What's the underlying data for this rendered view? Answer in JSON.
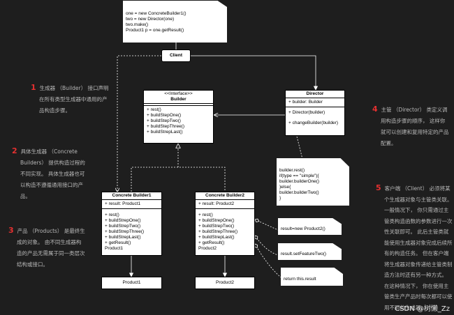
{
  "code_note": [
    "one = new ConcreteBuilder1()",
    "two = new Director(one)",
    "two.make()",
    "Product1 p = one.getResult()"
  ],
  "client_label": "Client",
  "builder": {
    "stereotype": "<<Interface>>",
    "name": "Builder",
    "methods": [
      "+ rest()",
      "+ buildStepOne()",
      "+ buildStepTwo()",
      "+ buildStepThree()",
      "+ buildStrepLast()"
    ]
  },
  "director": {
    "name": "Director",
    "fields": [
      "+ builder: Builder"
    ],
    "methods": [
      "+ Director(builder)",
      "+ changeBuilder(builder)"
    ]
  },
  "cb1": {
    "name": "Concrete Builder1",
    "fields": [
      "+ result: Product1"
    ],
    "methods": [
      "+ rest()",
      "+ buildStrepOne()",
      "+ buildStrepTwo()",
      "+ buildStrepThree()",
      "+ buildStrepLast()",
      "+ getResult()",
      "  Product1"
    ]
  },
  "cb2": {
    "name": "Concrete Builder2",
    "fields": [
      "+ result: Product2"
    ],
    "methods": [
      "+ rest()",
      "+ buildStrepOne()",
      "+ buildStrepTwo()",
      "+ buildStrepThree()",
      "+ buildStrepLast()",
      "+ getResult()",
      "  Product2"
    ]
  },
  "product1": "Product1",
  "product2": "Product2",
  "director_note": [
    "builder.rest()",
    "if(type == \"simple\"){",
    " builder.builderOne()",
    "}else{",
    " builder.builderTwo()",
    "}"
  ],
  "note_result_new": "result=new Product2()",
  "note_set_feature": "result.setFeatureTwo()",
  "note_return": "return this.result",
  "annotations": {
    "a1": {
      "num": "1",
      "lines": [
        "生成器 （Builder） 接口声明",
        "在所有类型生成器中通用的产",
        "品构造步骤。"
      ]
    },
    "a2": {
      "num": "2",
      "lines": [
        "具体生成器 （Concrete",
        "Builders） 提供构造过程的",
        "不同实现。 具体生成器也可",
        "以构造不遵循通用接口的产",
        "品。"
      ]
    },
    "a3": {
      "num": "3",
      "lines": [
        "产品 （Products） 是最终生",
        "成的对象。 由不同生成器构",
        "造的产品无需属于同一类层次",
        "结构或接口。"
      ]
    },
    "a4": {
      "num": "4",
      "lines": [
        "主管 （Director） 类定义调",
        "用构造步骤的顺序， 这样你",
        "就可以创建和复用特定的产品",
        "配置。"
      ]
    },
    "a5": {
      "num": "5",
      "lines": [
        "客户端 （Client） 必须将某",
        "个生成器对象与主管类关联。",
        "一般情况下， 你只需通过主",
        "管类构造函数的参数进行一次",
        "性关联即可。 此后主管类就",
        "能使用生成器对象完成后续所",
        "有的构造任务。 但在客户端",
        "将生成器对象传递给主管类制",
        "造方法时还有另一种方式。",
        "在这种情况下， 你在使用主",
        "管类生产产品时每次都可以使",
        "用不同的生成器。"
      ]
    }
  },
  "watermark": "CSDN @树懒_Zz"
}
